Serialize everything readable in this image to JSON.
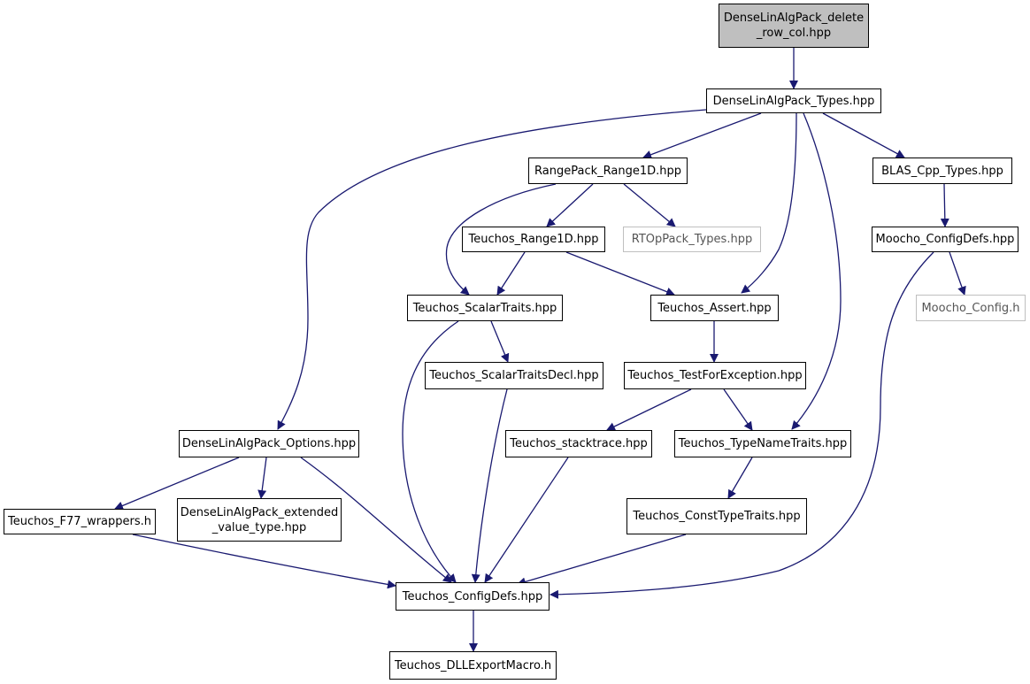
{
  "colors": {
    "edge": "#191970",
    "root_fill": "#bfbfbf",
    "external_border": "#bfbfbf"
  },
  "nodes": {
    "root": "DenseLinAlgPack_delete\n_row_col.hpp",
    "types": "DenseLinAlgPack_Types.hpp",
    "range1d": "RangePack_Range1D.hpp",
    "blas": "BLAS_Cpp_Types.hpp",
    "teuchos_range1d": "Teuchos_Range1D.hpp",
    "rtop": "RTOpPack_Types.hpp",
    "moocho_configdefs": "Moocho_ConfigDefs.hpp",
    "scalartraits": "Teuchos_ScalarTraits.hpp",
    "assert": "Teuchos_Assert.hpp",
    "moocho_config": "Moocho_Config.h",
    "scalartraitsdecl": "Teuchos_ScalarTraitsDecl.hpp",
    "testforexception": "Teuchos_TestForException.hpp",
    "options": "DenseLinAlgPack_Options.hpp",
    "stacktrace": "Teuchos_stacktrace.hpp",
    "typenametraits": "Teuchos_TypeNameTraits.hpp",
    "f77": "Teuchos_F77_wrappers.h",
    "extended": "DenseLinAlgPack_extended\n_value_type.hpp",
    "consttypetraits": "Teuchos_ConstTypeTraits.hpp",
    "configdefs": "Teuchos_ConfigDefs.hpp",
    "dllexport": "Teuchos_DLLExportMacro.h"
  }
}
